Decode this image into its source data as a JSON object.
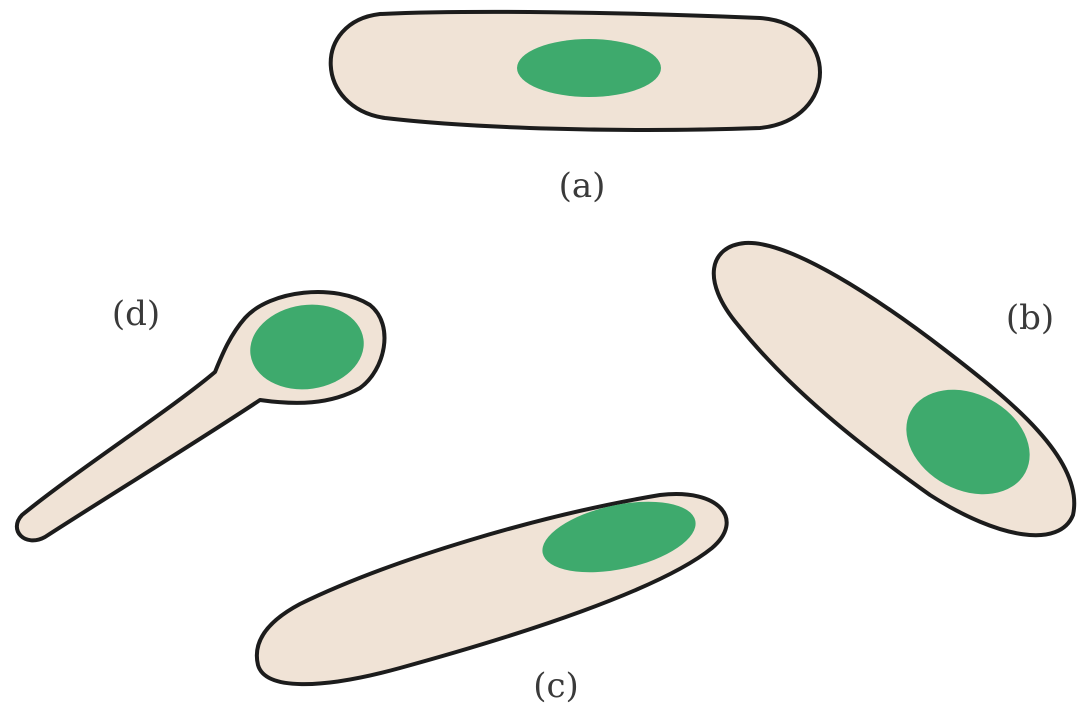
{
  "colors": {
    "cell_fill": "#f0e3d6",
    "spore_fill": "#3eaa6d",
    "outline": "#1c1c1c",
    "background": "#ffffff"
  },
  "labels": {
    "a": "(a)",
    "b": "(b)",
    "c": "(c)",
    "d": "(d)"
  }
}
